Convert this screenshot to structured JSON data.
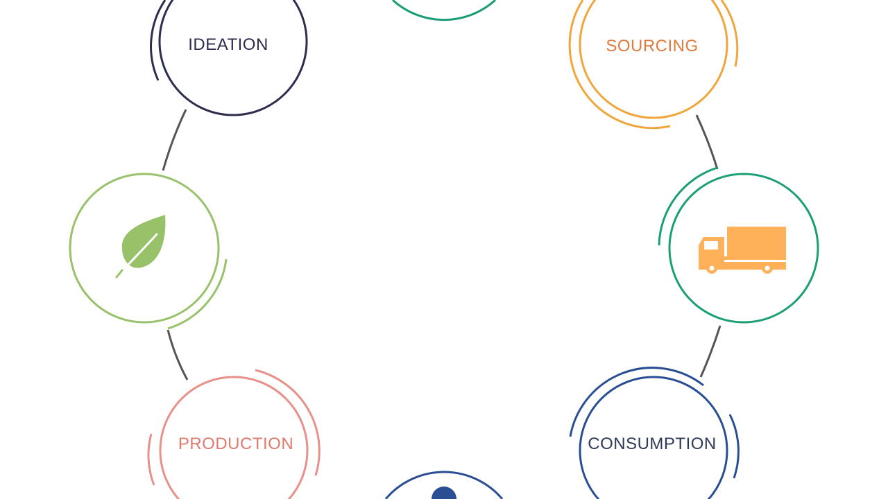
{
  "diagram": {
    "nodes": [
      {
        "id": "top",
        "label": "",
        "color": "#1a9e76"
      },
      {
        "id": "ideation",
        "label": "IDEATION",
        "color": "#2d2d4f"
      },
      {
        "id": "sourcing",
        "label": "SOURCING",
        "color": "#f0a63c",
        "text_color": "#e07b3b"
      },
      {
        "id": "sustainability",
        "icon": "leaf-icon",
        "color": "#98c26a"
      },
      {
        "id": "transport",
        "icon": "delivery-truck-icon",
        "color": "#1a9e76",
        "icon_color": "#ffb15a"
      },
      {
        "id": "production",
        "label": "PRODUCTION",
        "color": "#e8908a",
        "text_color": "#e07a6e"
      },
      {
        "id": "consumption",
        "label": "CONSUMPTION",
        "color": "#2a4e93",
        "text_color": "#2d3a55"
      },
      {
        "id": "bottom",
        "label": "",
        "color": "#2a4e93"
      }
    ],
    "connector_color": "#555555"
  }
}
